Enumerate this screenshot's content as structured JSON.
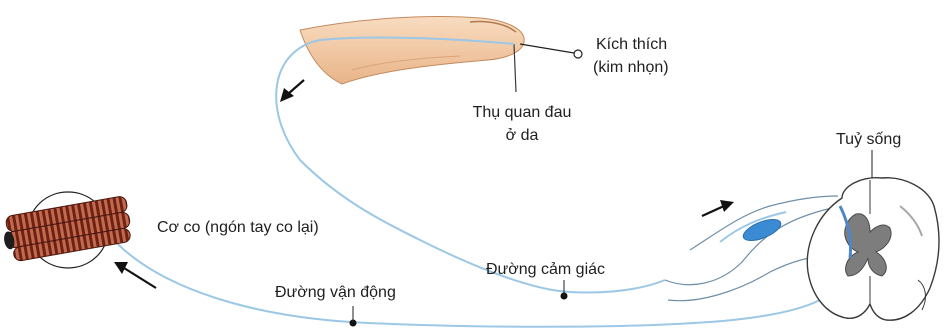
{
  "labels": {
    "stimulus_line1": "Kích thích",
    "stimulus_line2": "(kim nhọn)",
    "receptor_line1": "Thụ quan đau",
    "receptor_line2": "ở da",
    "spinal_cord": "Tuỷ sống",
    "muscle": "Cơ co (ngón tay co lại)",
    "sensory_path": "Đường cảm giác",
    "motor_path": "Đường vận động"
  },
  "colors": {
    "nerve": "#9cc8e6",
    "skin": "#f2c9a0",
    "muscle": "#8a2c1c",
    "cord_grey": "#7d7d7d",
    "cord_blue": "#4f86c6"
  }
}
